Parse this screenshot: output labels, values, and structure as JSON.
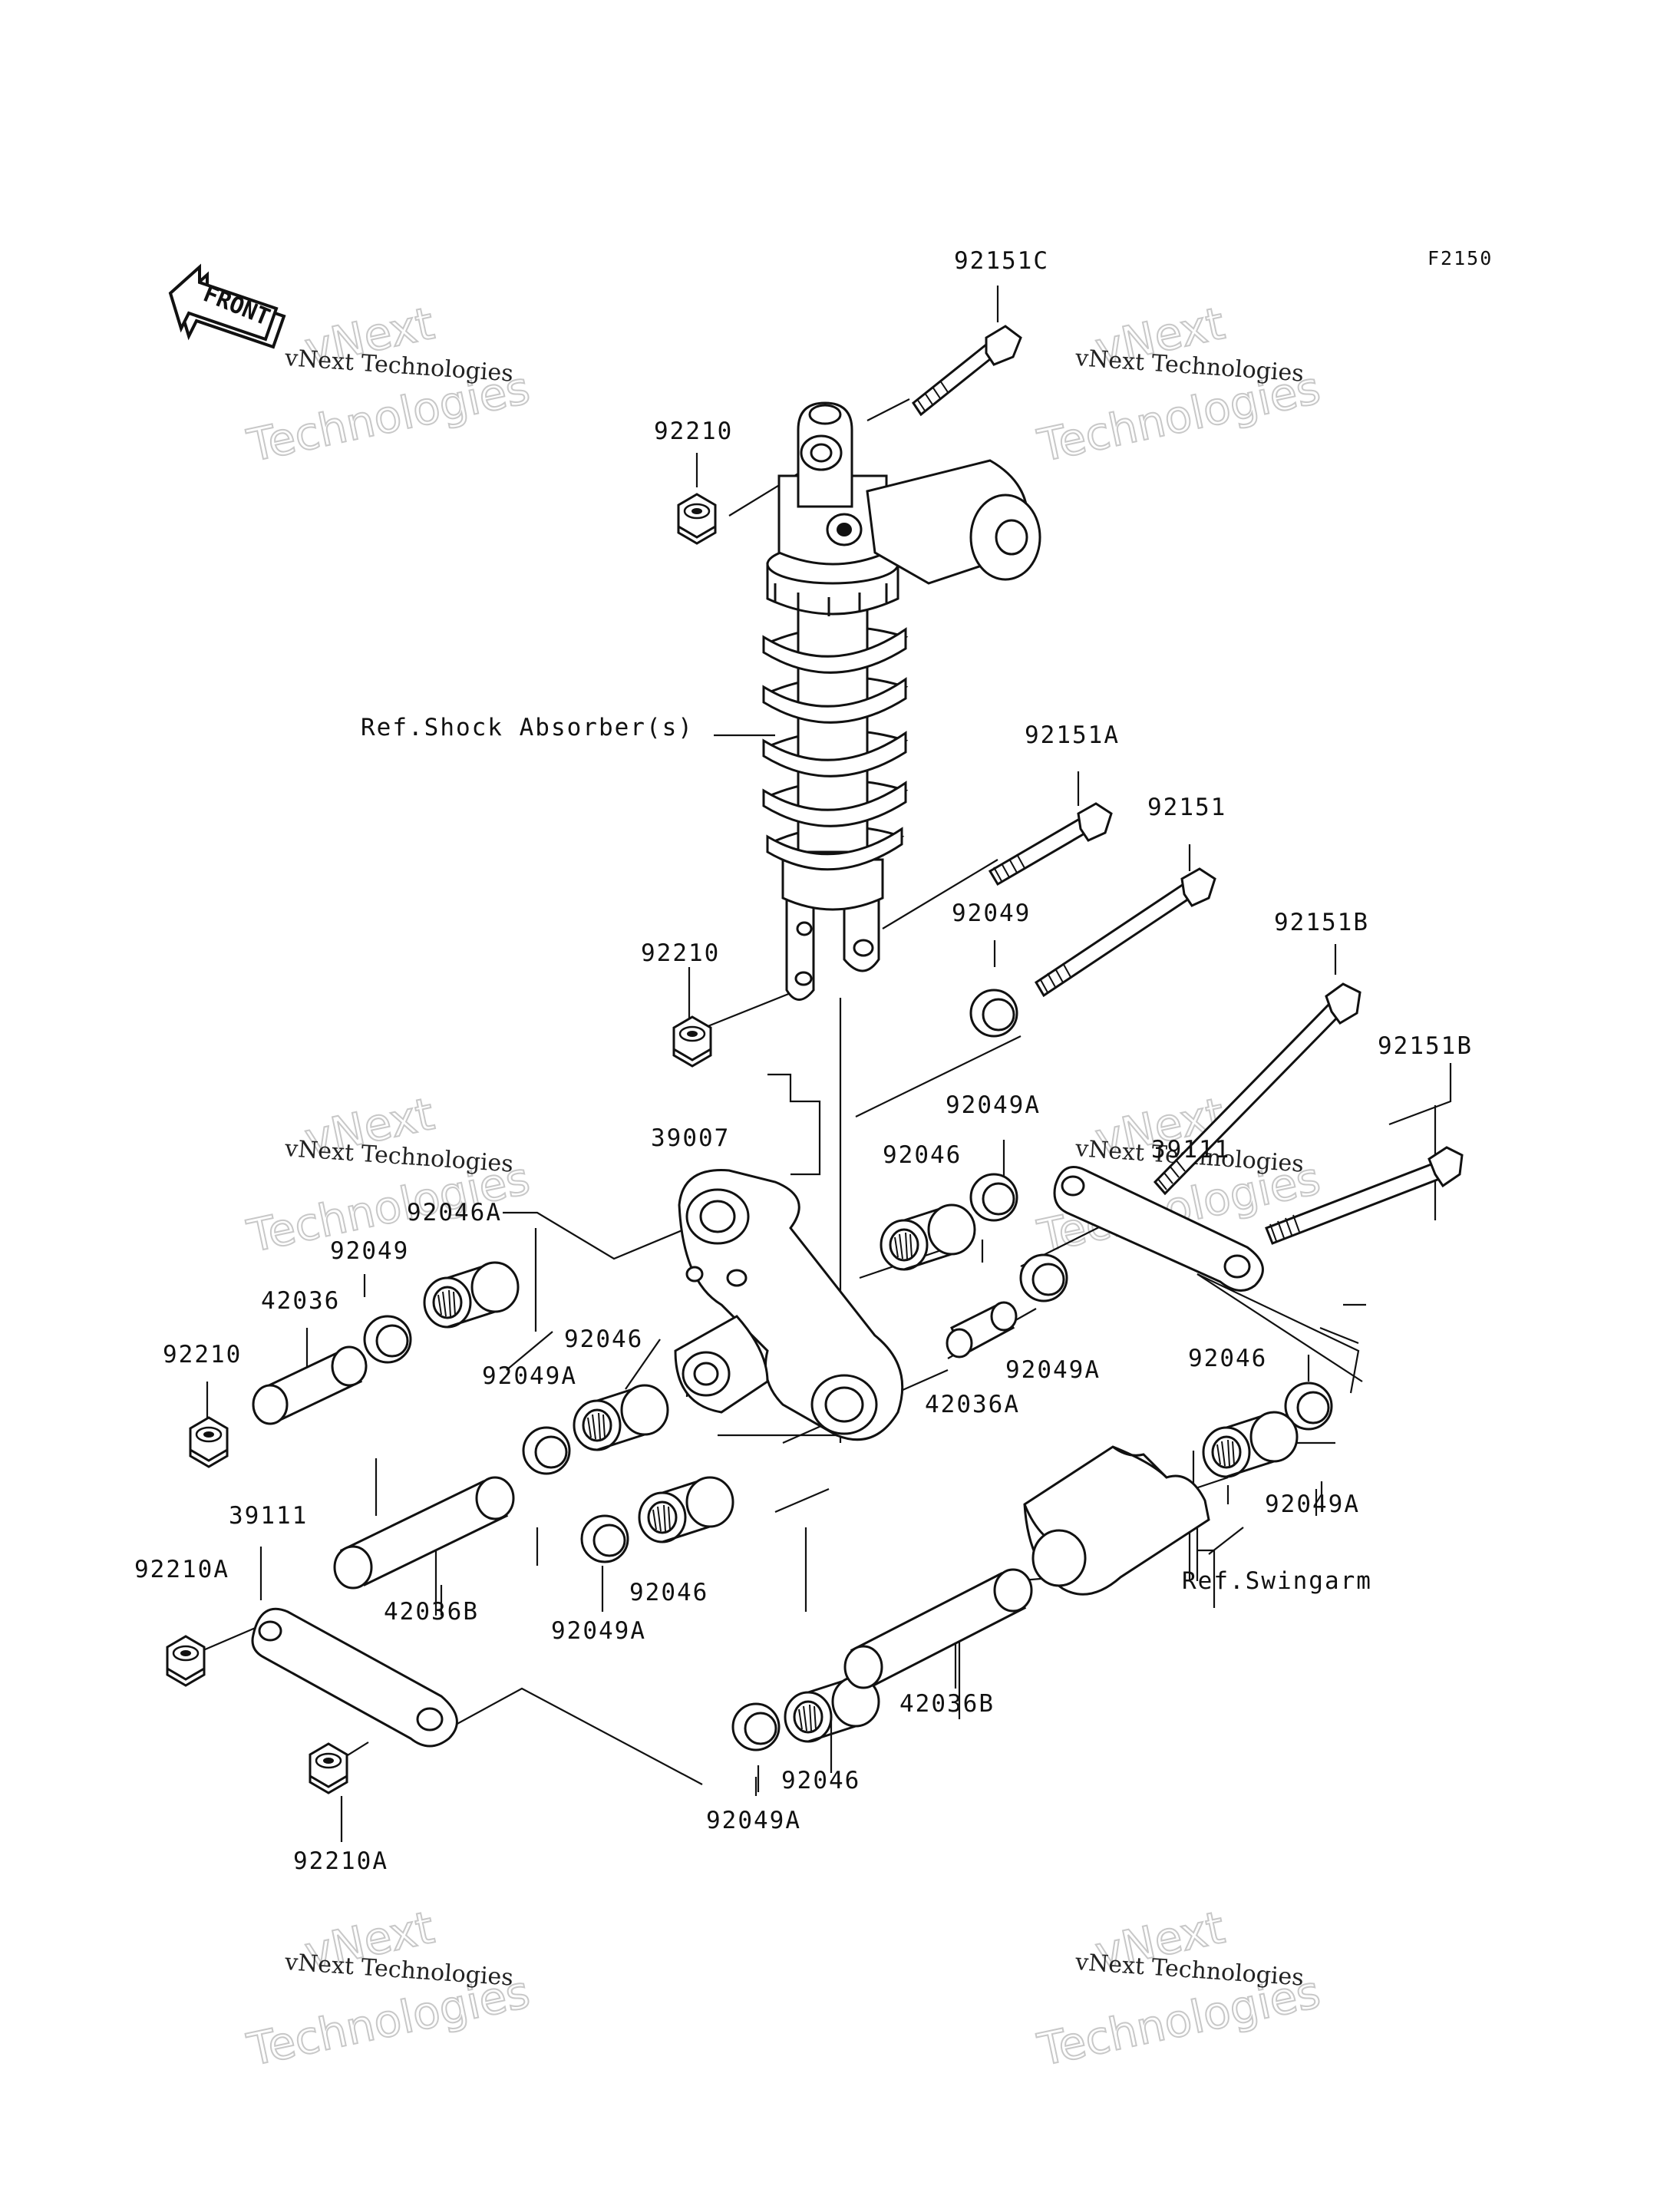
{
  "diagram_code": "F2150",
  "front_arrow": "FRONT",
  "watermark": {
    "company": "vNext Technologies",
    "word1": "vNext",
    "word2": "Technologies"
  },
  "labels": {
    "p92151C": "92151C",
    "p92210_top": "92210",
    "ref_shock": "Ref.Shock Absorber(s)",
    "p92151A": "92151A",
    "p92151": "92151",
    "p92049_r": "92049",
    "p92151B_1": "92151B",
    "p92210_mid": "92210",
    "p92151B_2": "92151B",
    "p39007": "39007",
    "p92049A_r1": "92049A",
    "p39111_r": "39111",
    "p92046_r": "92046",
    "p92046A": "92046A",
    "p92049_l": "92049",
    "p42036": "42036",
    "p92046_c": "92046",
    "p92210_l": "92210",
    "p92049A_l": "92049A",
    "p92049A_r2": "92049A",
    "p42036A": "42036A",
    "p92046_rr": "92046",
    "p92049A_rr": "92049A",
    "p39111_l": "39111",
    "p92210A_1": "92210A",
    "p42036B_l": "42036B",
    "p92046_m": "92046",
    "p92049A_m": "92049A",
    "ref_swingarm": "Ref.Swingarm",
    "p42036B_r": "42036B",
    "p92046_b": "92046",
    "p92049A_b": "92049A",
    "p92210A_2": "92210A"
  },
  "icons": {
    "front": "front-arrow-icon",
    "shock": "shock-absorber-icon",
    "rocker": "rocker-arm-icon",
    "tie_rod": "tie-rod-icon",
    "swingarm": "swingarm-icon",
    "bolt": "bolt-icon",
    "nut": "nut-icon",
    "collar": "collar-icon",
    "washer": "washer-icon",
    "bearing": "needle-bearing-icon",
    "sleeve": "sleeve-icon"
  }
}
